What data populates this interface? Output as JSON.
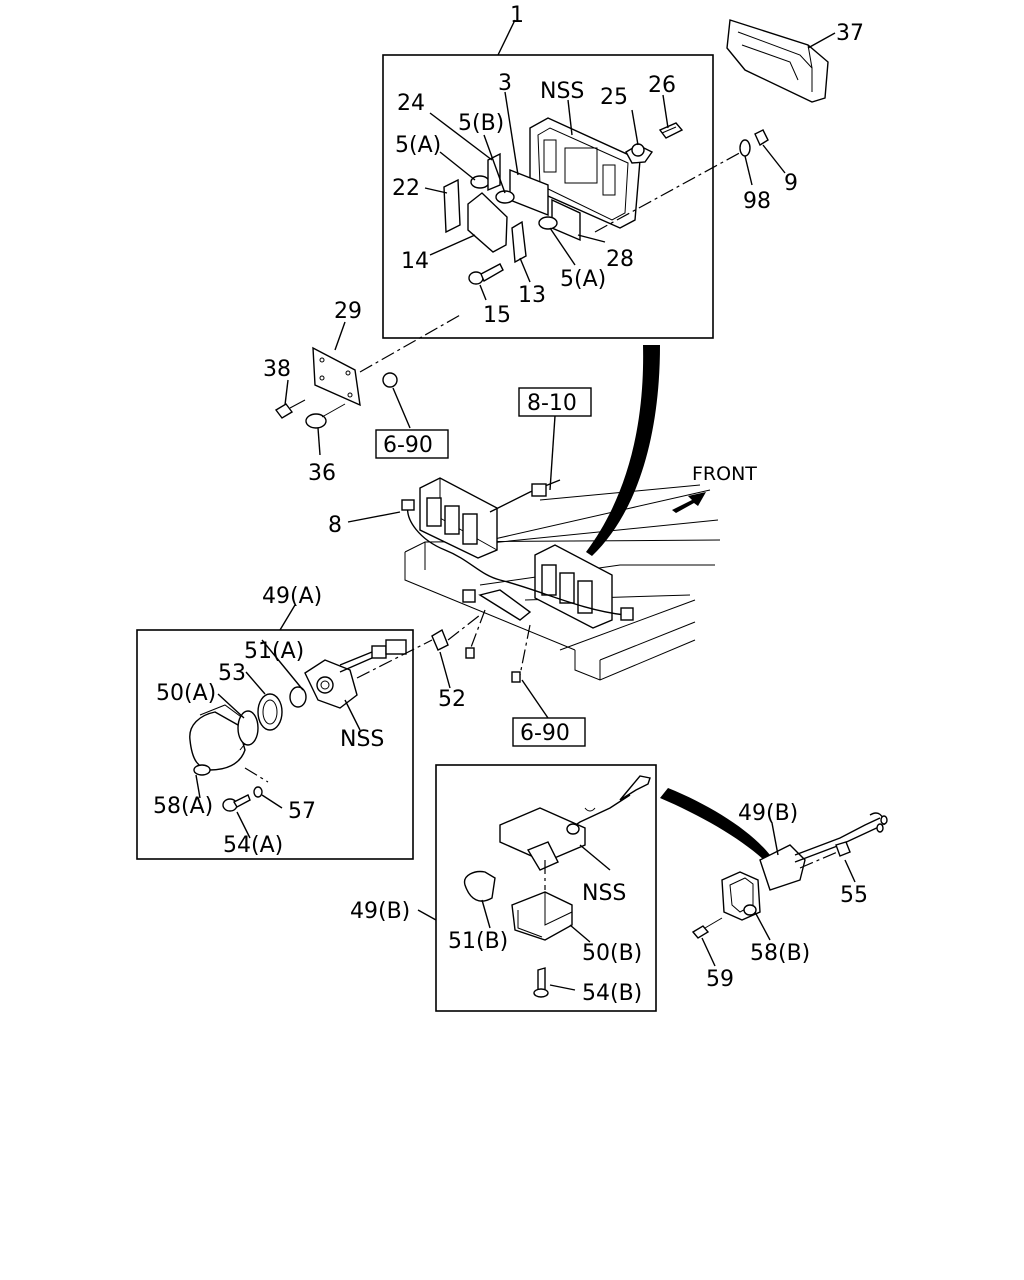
{
  "labels": {
    "l1": "1",
    "l3": "3",
    "nss1": "NSS",
    "l25": "25",
    "l26": "26",
    "l37": "37",
    "l24": "24",
    "l5b": "5(B)",
    "l5a1": "5(A)",
    "l22": "22",
    "l14": "14",
    "l15": "15",
    "l13": "13",
    "l5a2": "5(A)",
    "l28": "28",
    "l98": "98",
    "l9": "9",
    "l29": "29",
    "l38": "38",
    "l36": "36",
    "ref690a": "6-90",
    "ref810": "8-10",
    "front": "FRONT",
    "l8": "8",
    "l49a": "49(A)",
    "l51a": "51(A)",
    "l53": "53",
    "l50a": "50(A)",
    "nss2": "NSS",
    "l52": "52",
    "ref690b": "6-90",
    "l58a": "58(A)",
    "l57": "57",
    "l54a": "54(A)",
    "l49b1": "49(B)",
    "l49b2": "49(B)",
    "nss3": "NSS",
    "l51b": "51(B)",
    "l50b": "50(B)",
    "l54b": "54(B)",
    "l55": "55",
    "l58b": "58(B)",
    "l59": "59"
  }
}
